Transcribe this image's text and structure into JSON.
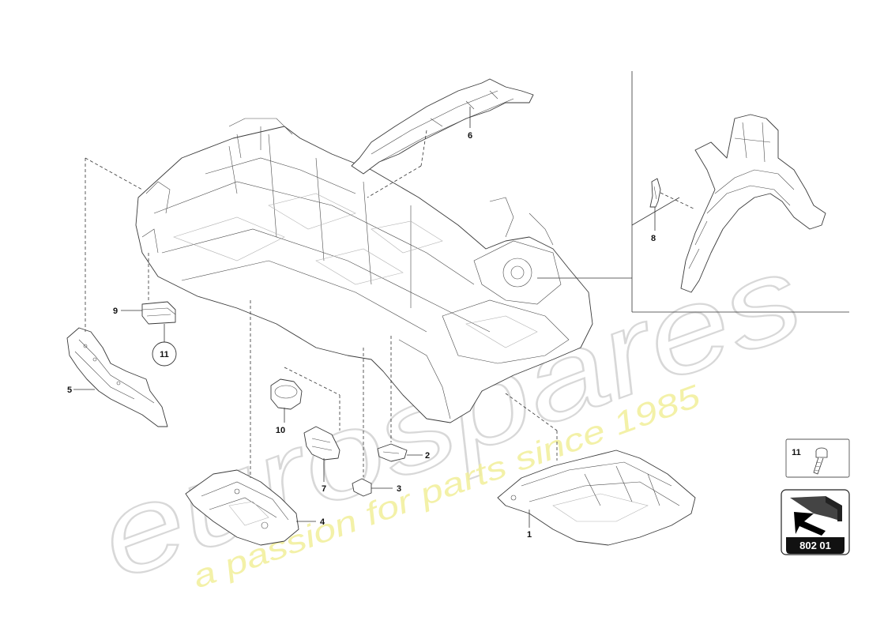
{
  "watermark": {
    "brand": "eurospares",
    "tagline": "a passion for parts since 1985"
  },
  "callouts": [
    "1",
    "2",
    "3",
    "4",
    "5",
    "6",
    "7",
    "8",
    "9",
    "10",
    "11"
  ],
  "bolt_box": {
    "label": "11"
  },
  "reference_badge": {
    "code": "802 01"
  },
  "colors": {
    "line": "#3a3a3a",
    "badge": "#111111",
    "watermark": "#d8d8d8",
    "tagline": "#f2ef9a"
  }
}
